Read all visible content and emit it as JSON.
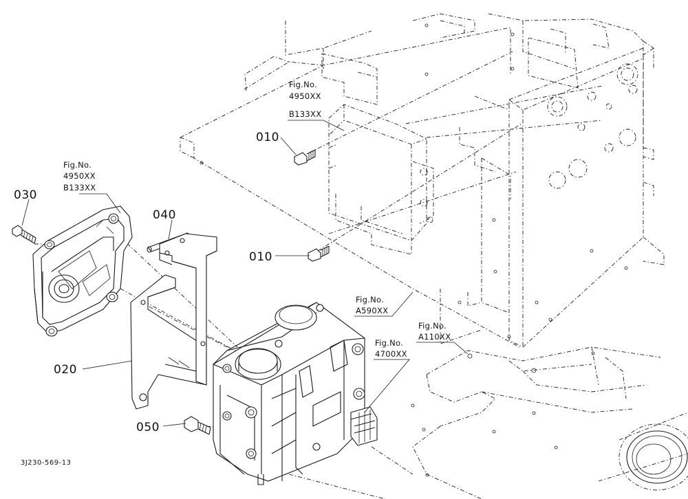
{
  "parts": {
    "p010a": "010",
    "p010b": "010",
    "p020": "020",
    "p030": "030",
    "p040": "040",
    "p050": "050"
  },
  "refs": {
    "ref1": {
      "title": "Fig.No.",
      "line1": "4950XX",
      "line2": "B133XX"
    },
    "ref2": {
      "title": "Fig.No.",
      "line1": "4950XX",
      "line2": "B133XX"
    },
    "ref3": {
      "title": "Fig.No.",
      "line1": "A590XX"
    },
    "ref4": {
      "title": "Fig.No.",
      "line1": "A110XX"
    },
    "ref5": {
      "title": "Fig.No.",
      "line1": "4700XX"
    }
  },
  "drawing_code": "3J230-569-13"
}
